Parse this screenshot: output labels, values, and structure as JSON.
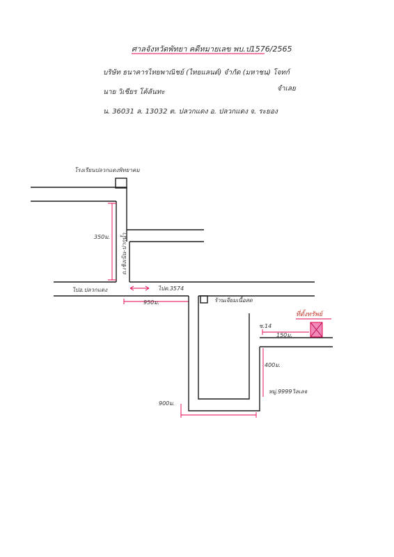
{
  "header": {
    "title": "ศาลจังหวัดพัทยา คดีหมายเลข พบ.ป1576/2565",
    "plaintiff_line": "บริษัท ธนาคารไทยพาณิชย์ (ไทยแลนด์) จำกัด (มหาชน) โจทก์",
    "defendant_line": "นาย วิเชียร โค้ลันทะ",
    "defendant_role": "จำเลย",
    "deed_line": "น. 36031 ล. 13032 ต. ปลวกแดง อ. ปลวกแดง จ. ระยอง"
  },
  "map": {
    "labels": {
      "school": "โรงเรียนปลวกแดงพิทยาคม",
      "road_vertical": "ถ.เชิงเนิน-ปากน้ำ",
      "road_dist_350": "350ม.",
      "to_pluakdaeng": "ไปอ.ปลวกแดง",
      "to_route": "ไปต.3574",
      "dist_950": "950ม.",
      "shop": "ร้านเจียมเนื้อสด",
      "property": "ที่ตั้งทรัพย์",
      "soi": "ซ.14",
      "dist_150": "150ม.",
      "dist_400": "400ม.",
      "village": "หมู่.9999วิลเลจ",
      "dist_900": "900ม."
    },
    "colors": {
      "ink": "#1a1a1a",
      "accent": "#e0004d",
      "property_fill": "#f08ab8"
    }
  }
}
